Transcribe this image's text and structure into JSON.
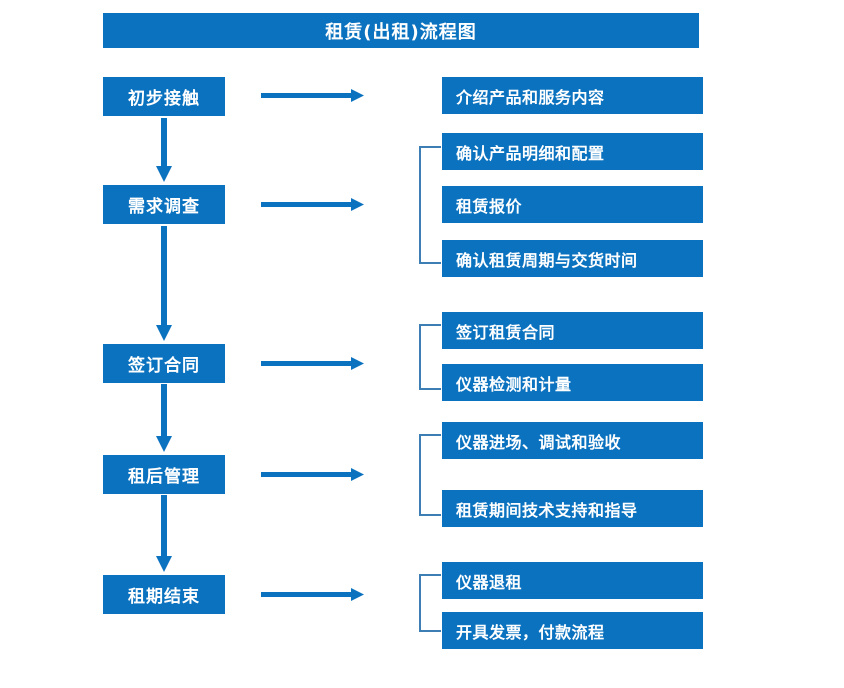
{
  "diagram": {
    "title": "租赁(出租)流程图",
    "colors": {
      "box_fill": "#0b72bf",
      "box_text": "#ffffff",
      "arrow": "#0b72bf",
      "bracket": "#3d7fb5",
      "background": "#ffffff"
    },
    "stages": [
      {
        "label": "初步接触"
      },
      {
        "label": "需求调查"
      },
      {
        "label": "签订合同"
      },
      {
        "label": "租后管理"
      },
      {
        "label": "租期结束"
      }
    ],
    "details": [
      {
        "label": "介绍产品和服务内容"
      },
      {
        "label": "确认产品明细和配置"
      },
      {
        "label": "租赁报价"
      },
      {
        "label": "确认租赁周期与交货时间"
      },
      {
        "label": "签订租赁合同"
      },
      {
        "label": "仪器检测和计量"
      },
      {
        "label": "仪器进场、调试和验收"
      },
      {
        "label": "租赁期间技术支持和指导"
      },
      {
        "label": "仪器退租"
      },
      {
        "label": "开具发票，付款流程"
      }
    ],
    "groups": [
      {
        "stage": "初步接触",
        "details": [
          "介绍产品和服务内容"
        ],
        "bracket": false
      },
      {
        "stage": "需求调查",
        "details": [
          "确认产品明细和配置",
          "租赁报价",
          "确认租赁周期与交货时间"
        ],
        "bracket": true
      },
      {
        "stage": "签订合同",
        "details": [
          "签订租赁合同",
          "仪器检测和计量"
        ],
        "bracket": true
      },
      {
        "stage": "租后管理",
        "details": [
          "仪器进场、调试和验收",
          "租赁期间技术支持和指导"
        ],
        "bracket": true
      },
      {
        "stage": "租期结束",
        "details": [
          "仪器退租",
          "开具发票，付款流程"
        ],
        "bracket": true
      }
    ]
  }
}
